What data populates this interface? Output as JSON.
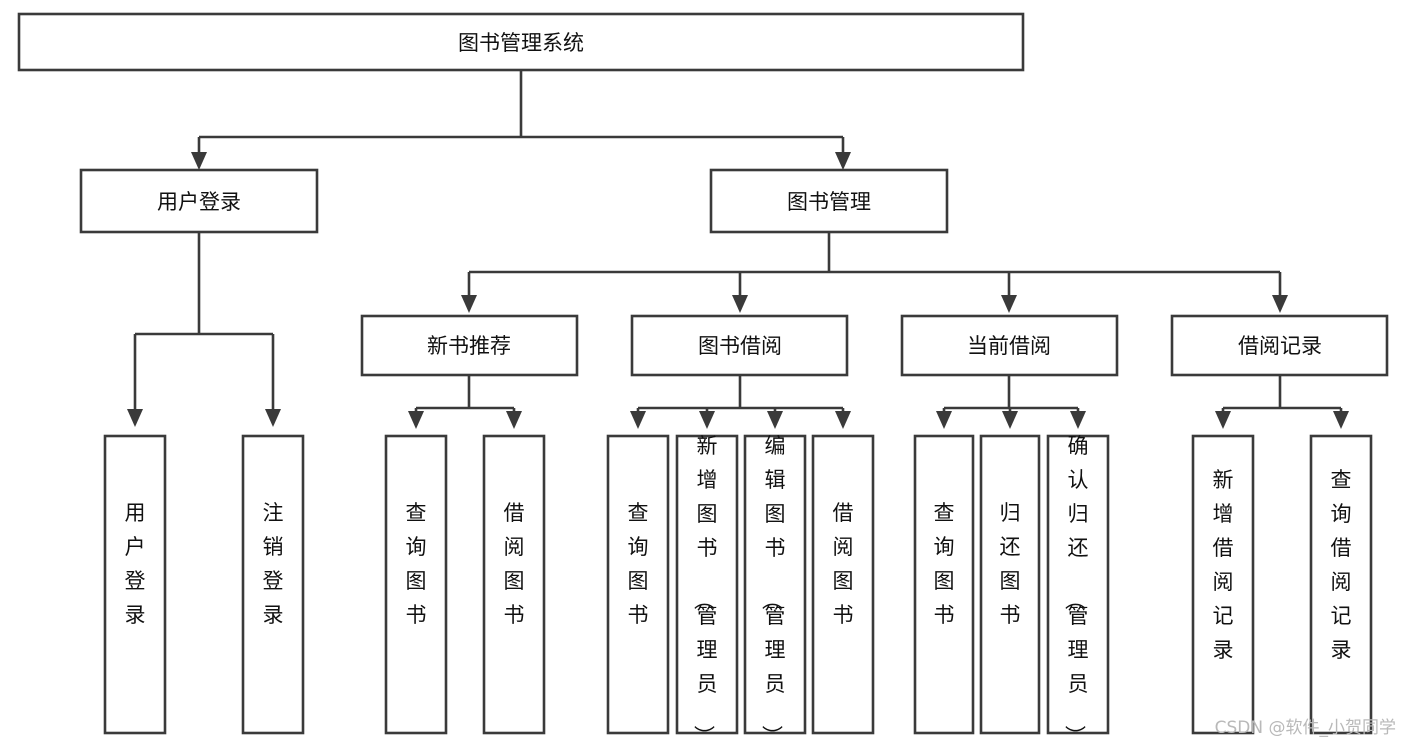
{
  "diagram": {
    "title": "图书管理系统",
    "type": "tree-hierarchy",
    "watermark": "CSDN @软件_小贺同学",
    "colors": {
      "stroke": "#3a3a3a",
      "fill": "#ffffff",
      "text": "#111111",
      "watermark": "#b9b9b9"
    },
    "nodes": {
      "root": {
        "label": "图书管理系统"
      },
      "level2": [
        {
          "id": "user-login",
          "label": "用户登录"
        },
        {
          "id": "book-manage",
          "label": "图书管理"
        }
      ],
      "level3": [
        {
          "id": "new-book-recommend",
          "label": "新书推荐"
        },
        {
          "id": "book-borrow",
          "label": "图书借阅"
        },
        {
          "id": "current-borrow",
          "label": "当前借阅"
        },
        {
          "id": "borrow-record",
          "label": "借阅记录"
        }
      ],
      "leaves": {
        "user-login": [
          {
            "id": "leaf-user-login",
            "label": "用户登录"
          },
          {
            "id": "leaf-logout",
            "label": "注销登录"
          }
        ],
        "new-book-recommend": [
          {
            "id": "leaf-query-book-1",
            "label": "查询图书"
          },
          {
            "id": "leaf-borrow-book-1",
            "label": "借阅图书"
          }
        ],
        "book-borrow": [
          {
            "id": "leaf-query-book-2",
            "label": "查询图书"
          },
          {
            "id": "leaf-add-book",
            "label": "新增图书（管理员）"
          },
          {
            "id": "leaf-edit-book",
            "label": "编辑图书（管理员）"
          },
          {
            "id": "leaf-borrow-book-2",
            "label": "借阅图书"
          }
        ],
        "current-borrow": [
          {
            "id": "leaf-query-book-3",
            "label": "查询图书"
          },
          {
            "id": "leaf-return-book",
            "label": "归还图书"
          },
          {
            "id": "leaf-confirm-return",
            "label": "确认归还（管理员）"
          }
        ],
        "borrow-record": [
          {
            "id": "leaf-add-record",
            "label": "新增借阅记录"
          },
          {
            "id": "leaf-query-record",
            "label": "查询借阅记录"
          }
        ]
      }
    }
  }
}
